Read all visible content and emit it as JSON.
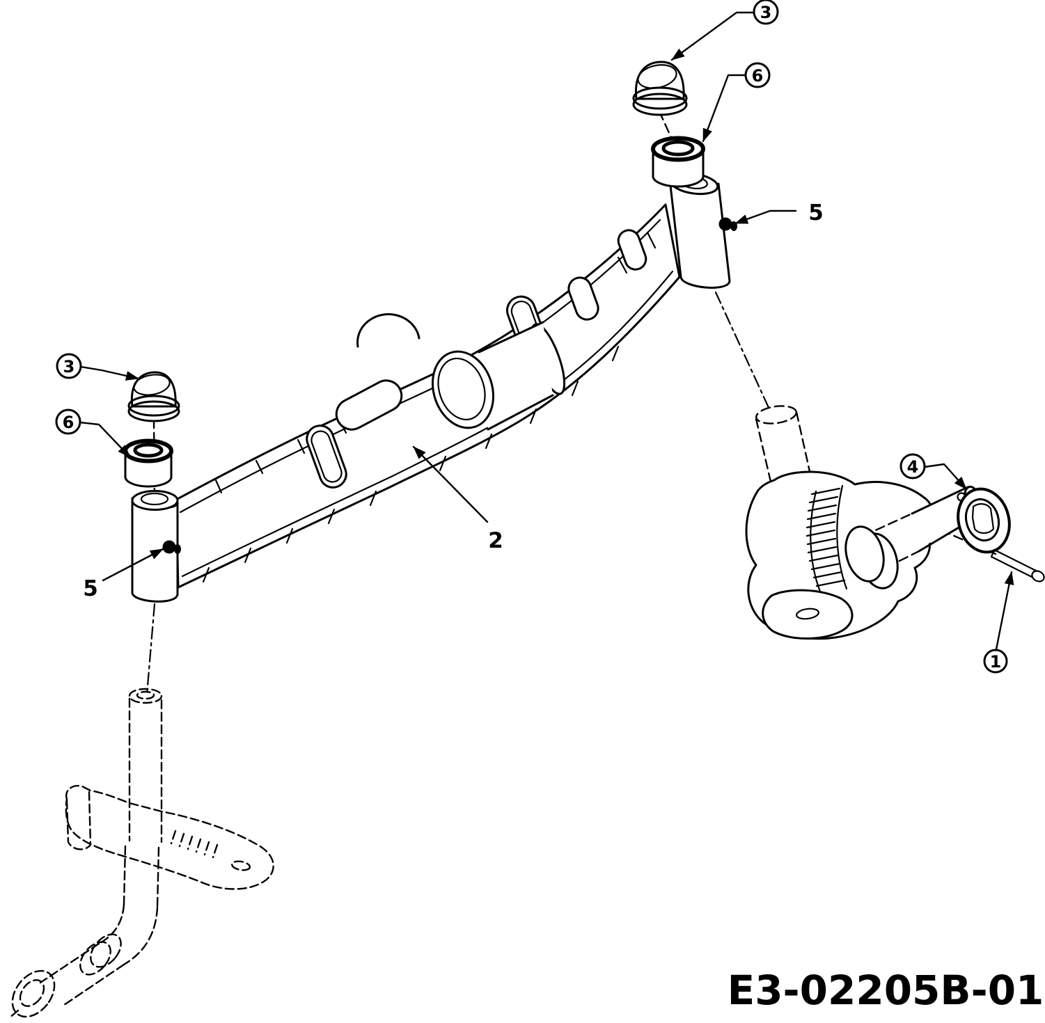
{
  "diagram": {
    "drawing_number": "E3-02205B-01",
    "colors": {
      "line": "#000000",
      "background": "#ffffff"
    },
    "callouts": [
      {
        "label": "3"
      },
      {
        "label": "6"
      },
      {
        "label": "5"
      },
      {
        "label": "2"
      },
      {
        "label": "3"
      },
      {
        "label": "6"
      },
      {
        "label": "5"
      },
      {
        "label": "4"
      },
      {
        "label": "1"
      }
    ]
  }
}
